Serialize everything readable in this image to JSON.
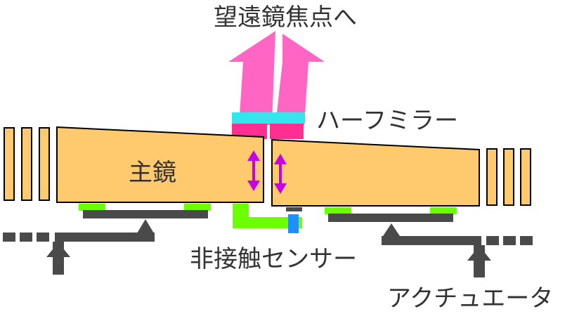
{
  "labels": {
    "telescope_focus": "望遠鏡焦点へ",
    "half_mirror": "ハーフミラー",
    "primary_mirror": "主鏡",
    "noncontact_sensor": "非接触センサー",
    "actuator": "アクチュエータ"
  },
  "colors": {
    "mirror_fill": "#FFC96E",
    "outline": "#000000",
    "beam_pink": "#FF66C4",
    "beam_magenta": "#FF2E90",
    "half_mirror": "#33E6EE",
    "double_arrow": "#C800E6",
    "green_pad": "#6BFF00",
    "blue_sensor": "#1E90FF",
    "support_gray": "#4A4A4A"
  }
}
